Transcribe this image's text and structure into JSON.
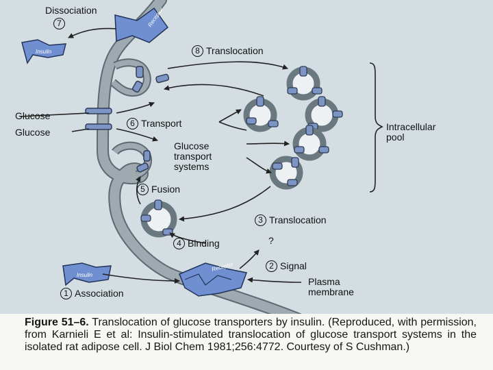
{
  "labels": {
    "dissociation": "Dissociation",
    "dissociation_num": "7",
    "translocation_top": "Translocation",
    "translocation_top_num": "8",
    "glucose_1": "Glucose",
    "glucose_2": "Glucose",
    "transport": "Transport",
    "transport_num": "6",
    "glucose_transport_systems": [
      "Glucose",
      "transport",
      "systems"
    ],
    "intracellular_pool": [
      "Intracellular",
      "pool"
    ],
    "fusion": "Fusion",
    "fusion_num": "5",
    "translocation_bottom": "Translocation",
    "translocation_bottom_num": "3",
    "binding": "Binding",
    "binding_num": "4",
    "question": "?",
    "signal": "Signal",
    "signal_num": "2",
    "plasma_membrane": [
      "Plasma",
      "membrane"
    ],
    "association": "Association",
    "association_num": "1",
    "insulin_top": "Insulin",
    "insulin_bottom": "Insulin",
    "receptor_top": "Receptor",
    "receptor_bottom": "Receptor"
  },
  "caption": {
    "figure_label": "Figure 51–6.",
    "text": " Translocation of glucose transporters by insulin. (Reproduced, with permission, from Karnieli E et al: Insulin-stimulated translocation of glucose transport systems in the isolated rat adipose cell. J Biol Chem 1981;256:4772. Courtesy of S Cushman.)"
  },
  "colors": {
    "background": "#d4dde2",
    "membrane": "#98a6ae",
    "transporter": "#7d95c4",
    "receptor": "#6f8fd0",
    "caption_bg": "#f7f7f4"
  }
}
